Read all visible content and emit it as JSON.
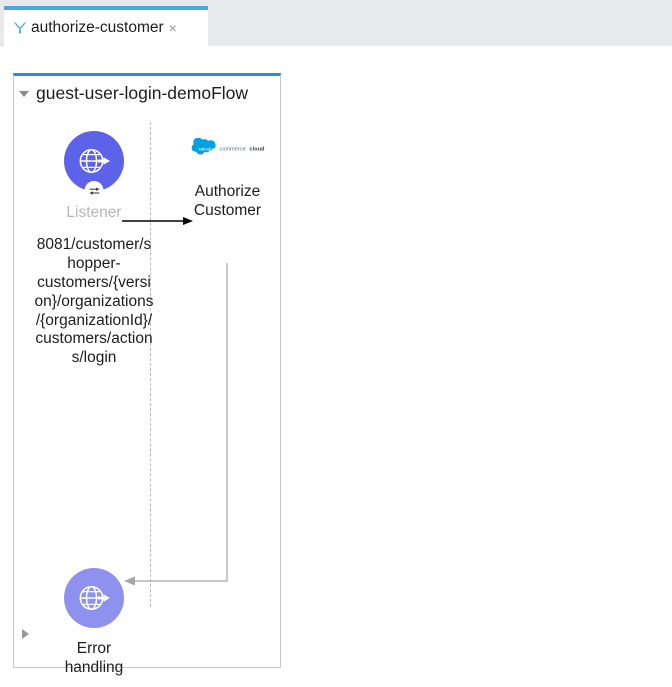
{
  "window": {
    "background_color": "#ffffff",
    "tabbar_color": "#e8e9ea"
  },
  "tabbar": {
    "tabs": [
      {
        "label": "authorize-customer",
        "icon": "mule-icon",
        "close_label": "×",
        "active": true,
        "accent_color": "#4aa8dd"
      }
    ]
  },
  "canvas": {
    "flow": {
      "title": "guest-user-login-demoFlow",
      "accent_color": "#2a8fd4",
      "border_color": "#c8c8c8",
      "collapse_icon": "triangle-down-icon",
      "nodes": [
        {
          "id": "listener",
          "icon": "globe-arrow-icon",
          "badge_icon": "request-response-icon",
          "circle_color": "#5c63e8",
          "type_label": "Listener",
          "type_label_color": "#b7b7b7",
          "config_label": "8081/customer/shopper-customers/{version}/organizations/{organizationId}/customers/actions/login"
        },
        {
          "id": "authorize-customer",
          "icon": "salesforce-commerce-cloud-icon",
          "logo_color": "#00a1e0",
          "label_line_1": "Authorize",
          "label_line_2": "Customer"
        },
        {
          "id": "error-handling",
          "icon": "globe-arrow-icon",
          "circle_color": "#8f91ee",
          "label_line_1": "Error",
          "label_line_2": "handling",
          "expander_icon": "triangle-right-icon"
        }
      ],
      "connectors": [
        {
          "id": "listener-to-authorize",
          "style": "solid-arrow",
          "color": "#000000"
        },
        {
          "id": "authorize-return",
          "style": "solid-arrow",
          "color": "#a6a6a6"
        },
        {
          "id": "scope-divider",
          "style": "dashed-vertical",
          "color": "#b9b9b9"
        }
      ]
    }
  }
}
